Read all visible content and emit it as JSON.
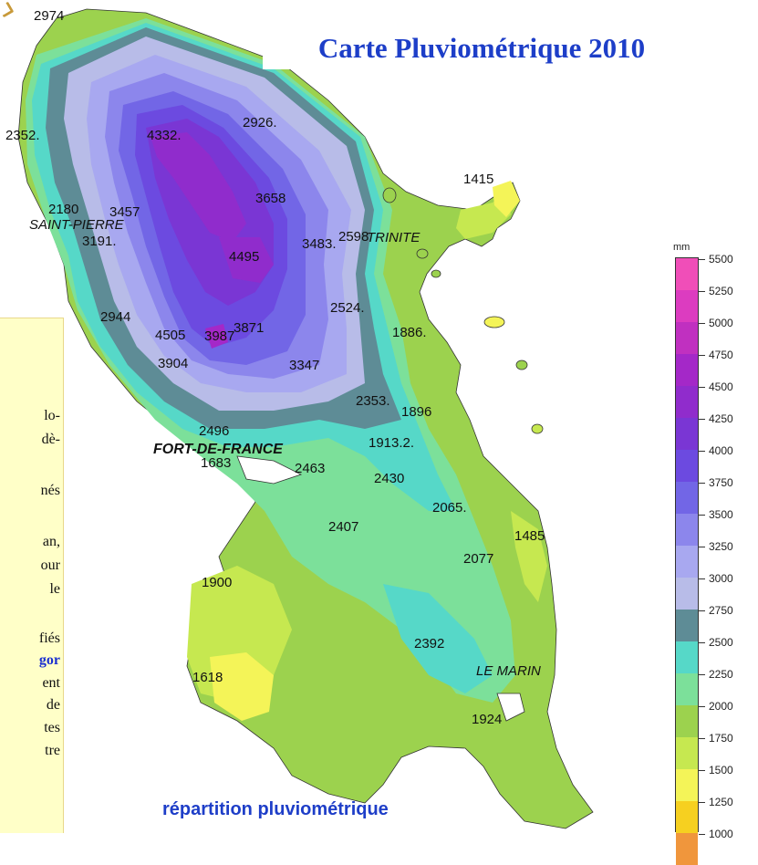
{
  "title": "Carte Pluviométrique 2010",
  "subtitle": "répartition pluviométrique",
  "legend": {
    "unit": "mm",
    "levels": [
      "5500",
      "5250",
      "5000",
      "4750",
      "4500",
      "4250",
      "4000",
      "3750",
      "3500",
      "3250",
      "3000",
      "2750",
      "2500",
      "2250",
      "2000",
      "1750",
      "1500",
      "1250",
      "1000"
    ],
    "colors": [
      "#f04eb8",
      "#dc3cc0",
      "#c030c0",
      "#a428c8",
      "#902ccc",
      "#7a36d4",
      "#6c4ae0",
      "#7266e6",
      "#8c86ec",
      "#a8a8f0",
      "#b8bce8",
      "#5e8c96",
      "#56d8c8",
      "#7ce09a",
      "#9cd24e",
      "#c6e850",
      "#f4f458",
      "#f6d020",
      "#f0963c"
    ]
  },
  "stations": [
    {
      "label": "2974"
    },
    {
      "label": "2352."
    },
    {
      "label": "4332."
    },
    {
      "label": "2926."
    },
    {
      "label": "1415"
    },
    {
      "label": "2180"
    },
    {
      "label": "3457"
    },
    {
      "label": "3191."
    },
    {
      "label": "3658"
    },
    {
      "label": "4495"
    },
    {
      "label": "3483."
    },
    {
      "label": "2598"
    },
    {
      "label": "2524."
    },
    {
      "label": "2944"
    },
    {
      "label": "4505"
    },
    {
      "label": "3987"
    },
    {
      "label": "3871"
    },
    {
      "label": "1886."
    },
    {
      "label": "3904"
    },
    {
      "label": "3347"
    },
    {
      "label": "2353."
    },
    {
      "label": "1896"
    },
    {
      "label": "2496"
    },
    {
      "label": "1913.2."
    },
    {
      "label": "1683"
    },
    {
      "label": "2463"
    },
    {
      "label": "2430"
    },
    {
      "label": "2065."
    },
    {
      "label": "2407"
    },
    {
      "label": "1485"
    },
    {
      "label": "2077"
    },
    {
      "label": "1900"
    },
    {
      "label": "2392"
    },
    {
      "label": "1618"
    },
    {
      "label": "1924"
    }
  ],
  "towns": {
    "saint_pierre": "SAINT-PIERRE",
    "trinite": "TRINITE",
    "fort_de_france": "FORT-DE-FRANCE",
    "le_marin": "LE MARIN"
  },
  "side_text": [
    "lo-",
    "dè-",
    "nés",
    "an,",
    "our",
    "le",
    "fiés",
    "gor",
    "ent",
    "de",
    "tes",
    "tre"
  ]
}
